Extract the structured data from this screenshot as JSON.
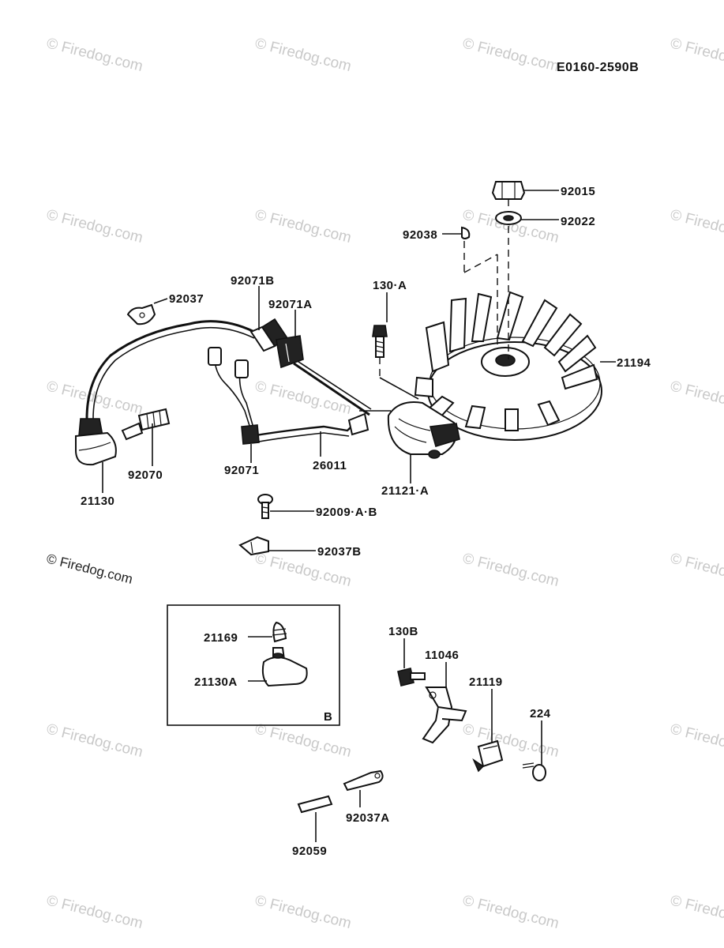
{
  "diagram": {
    "code": "E0160-2590B",
    "watermark": "© Firedog.com",
    "inset_tag": "B"
  },
  "labels": {
    "p92015": "92015",
    "p92022": "92022",
    "p92038": "92038",
    "p130A": "130·A",
    "p21194": "21194",
    "p92071B": "92071B",
    "p92071A": "92071A",
    "p92037": "92037",
    "p92070": "92070",
    "p21130": "21130",
    "p92071": "92071",
    "p26011": "26011",
    "p21121A": "21121·A",
    "p92009AB": "92009·A·B",
    "p92037B": "92037B",
    "p21169": "21169",
    "p21130A": "21130A",
    "p130B": "130B",
    "p11046": "11046",
    "p21119": "21119",
    "p224": "224",
    "p92037A": "92037A",
    "p92059": "92059"
  }
}
